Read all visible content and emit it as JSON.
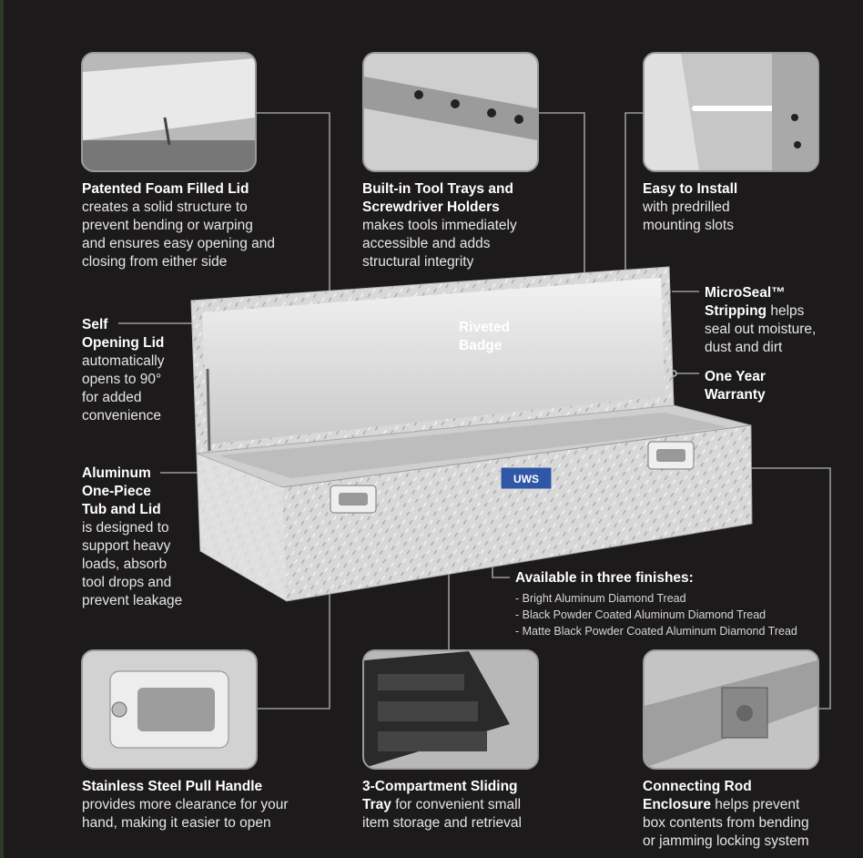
{
  "features_top": [
    {
      "title": "Patented Foam Filled Lid",
      "lines": [
        "creates a solid structure to",
        "prevent bending or warping",
        "and ensures easy opening and",
        "closing from either side"
      ]
    },
    {
      "title1": "Built-in Tool Trays and",
      "title2": "Screwdriver Holders",
      "lines": [
        "makes tools immediately",
        "accessible and adds",
        "structural integrity"
      ]
    },
    {
      "title": "Easy to Install",
      "lines": [
        "with predrilled",
        "mounting slots"
      ]
    }
  ],
  "left_callouts": {
    "self_opening": {
      "t1": "Self",
      "t2": "Opening Lid",
      "lines": [
        "automatically",
        "opens to 90°",
        "for added",
        "convenience"
      ]
    },
    "aluminum": {
      "t1": "Aluminum",
      "t2": "One-Piece",
      "t3": "Tub and Lid",
      "lines": [
        "is designed to",
        "support heavy",
        "loads, absorb",
        "tool drops and",
        "prevent leakage"
      ]
    }
  },
  "right_callouts": {
    "microseal": {
      "t1": "MicroSeal™",
      "t2": "Stripping",
      "t2_rest": " helps",
      "lines": [
        "seal out moisture,",
        "dust and dirt"
      ]
    },
    "warranty": {
      "t1": "One Year",
      "t2": "Warranty"
    }
  },
  "badge_label": {
    "t1": "Riveted",
    "t2": "Badge"
  },
  "badge_text": "UWS",
  "finishes": {
    "title": "Available in three finishes:",
    "items": [
      "- Bright Aluminum Diamond Tread",
      "- Black Powder Coated Aluminum Diamond Tread",
      "- Matte Black Powder Coated Aluminum Diamond Tread"
    ]
  },
  "features_bottom": [
    {
      "title": "Stainless Steel Pull Handle",
      "lines": [
        "provides more clearance for your",
        "hand, making it easier to open"
      ]
    },
    {
      "title": "3-Compartment Sliding",
      "title_inline": "Tray",
      "rest": " for convenient small",
      "lines": [
        "item storage and retrieval"
      ]
    },
    {
      "title1": "Connecting Rod",
      "title_inline": "Enclosure",
      "rest": " helps prevent",
      "lines": [
        "box contents from bending",
        "or jamming locking system"
      ]
    }
  ],
  "colors": {
    "background": "#1c1a1b",
    "line": "#9a9a9a",
    "badge": "#2f57a6"
  }
}
